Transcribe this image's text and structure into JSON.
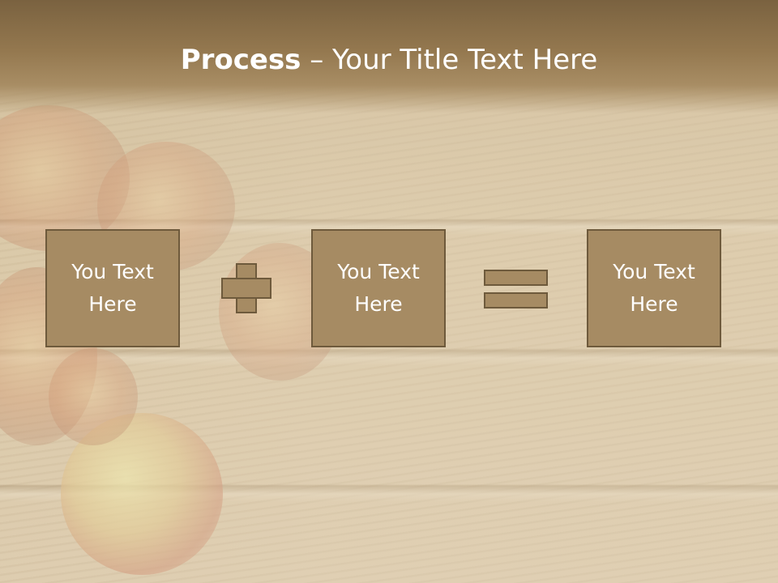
{
  "slide": {
    "title_bold": "Process",
    "title_rest": " – Your Title Text Here"
  },
  "boxes": [
    {
      "line1": "You Text",
      "line2": "Here"
    },
    {
      "line1": "You Text",
      "line2": "Here"
    },
    {
      "line1": "You Text",
      "line2": "Here"
    }
  ],
  "colors": {
    "title_band": "#94784f",
    "box_fill": "#a68b63",
    "box_border": "#6e5a3c",
    "text": "#ffffff"
  }
}
